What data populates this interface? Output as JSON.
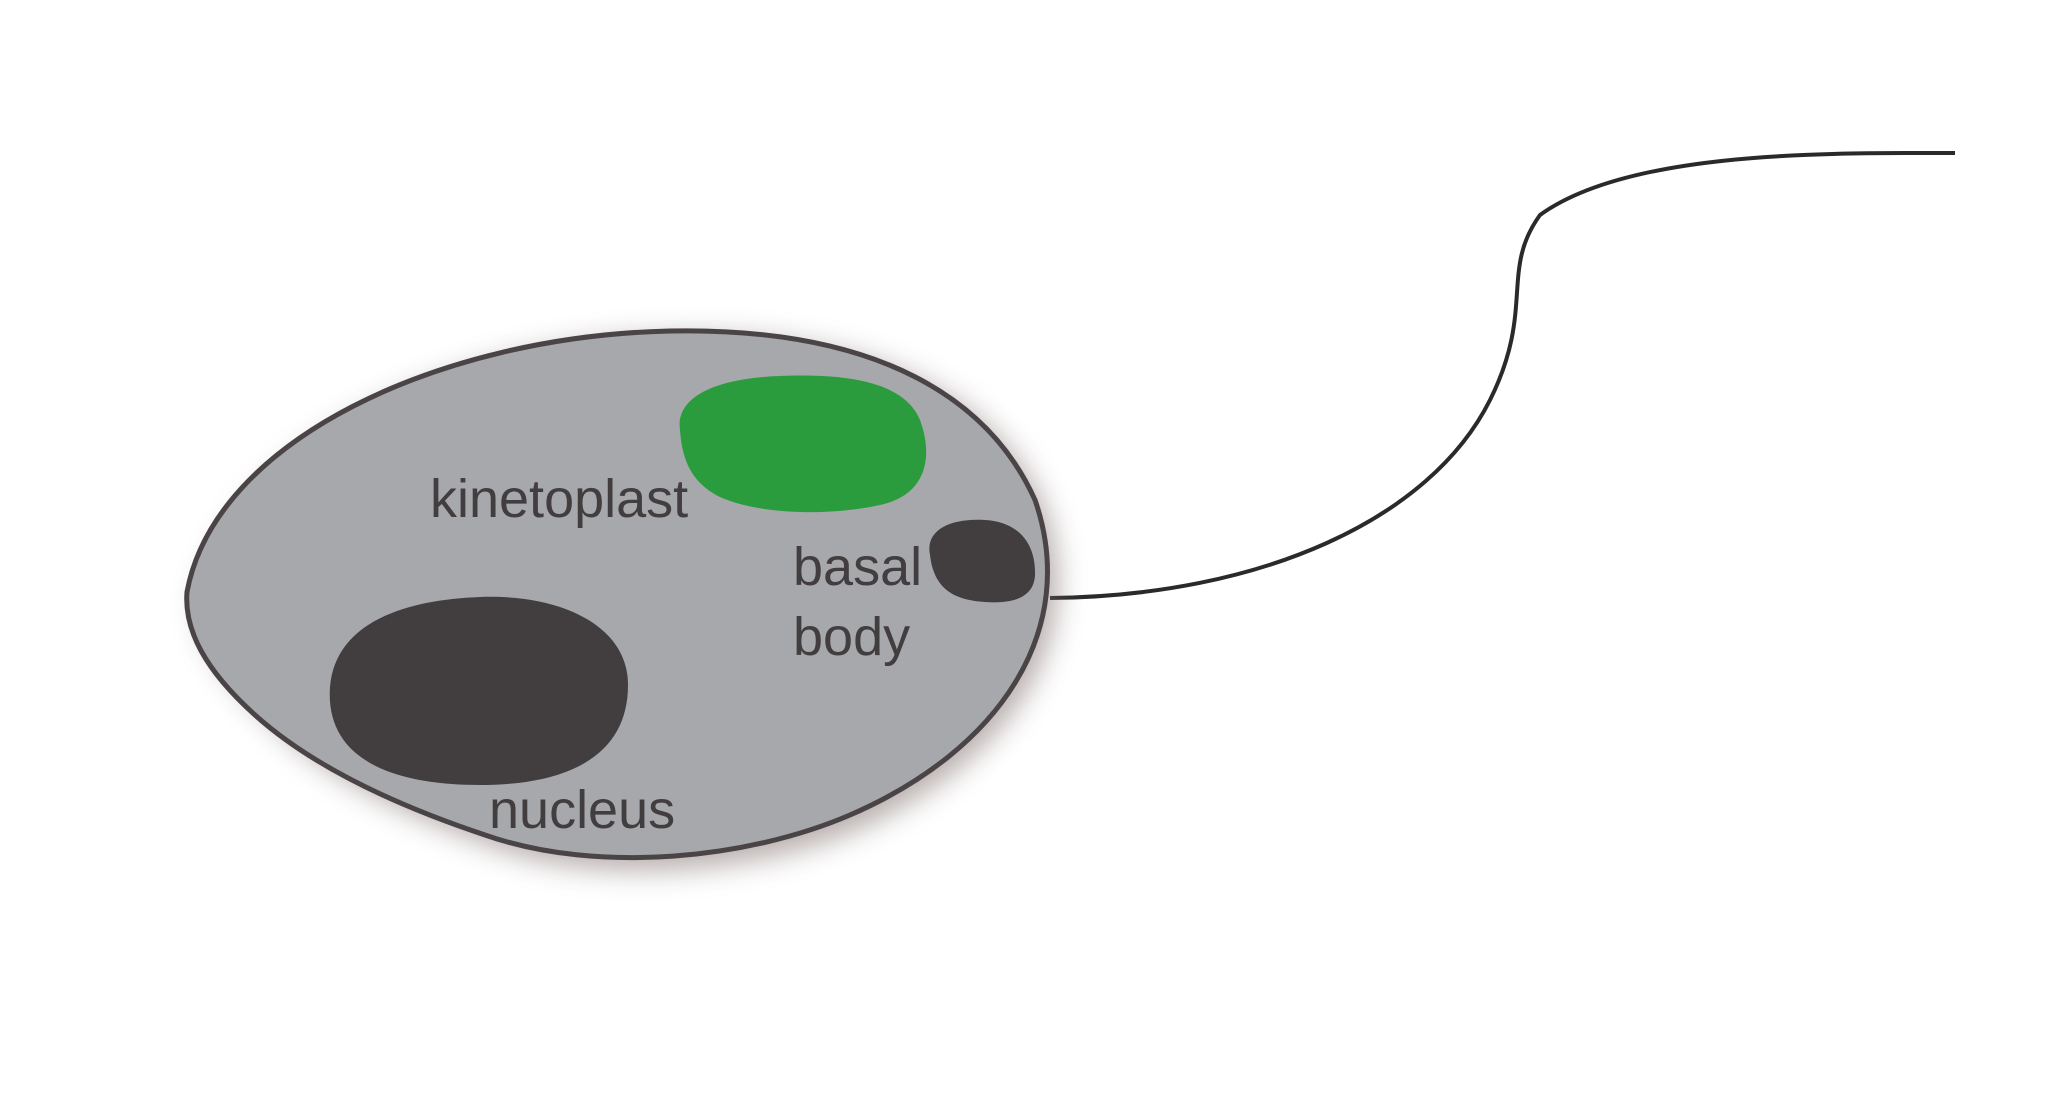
{
  "labels": {
    "kinetoplast": "kinetoplast",
    "basal_line1": "basal",
    "basal_line2": "body",
    "nucleus": "nucleus"
  },
  "colors": {
    "background": "#ffffff",
    "cell_fill": "#a7a8ab",
    "outline": "#4a4446",
    "kinetoplast": "#2a9c3d",
    "organelle_dark": "#423e3f",
    "flagellum": "#2b2a2b",
    "label_text": "#423e3f",
    "shadow": "#7a6a68"
  }
}
